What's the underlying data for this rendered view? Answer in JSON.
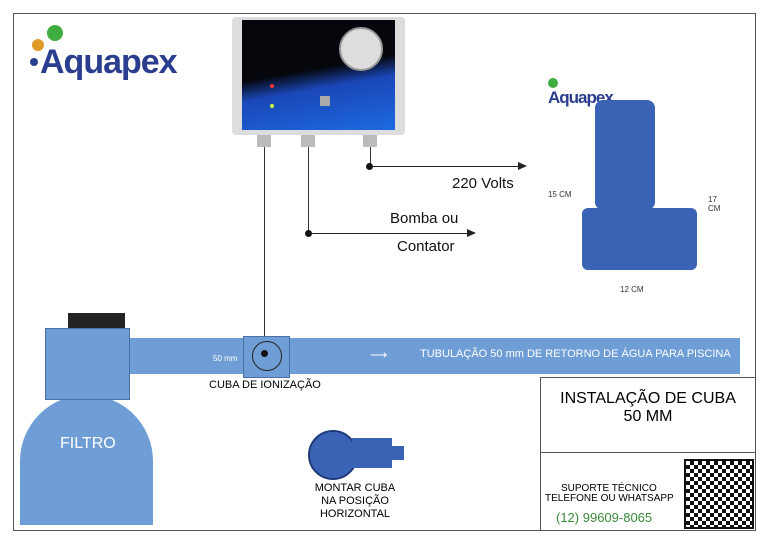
{
  "brand": {
    "logo": "Aquapex",
    "logo_small": "Aquapex"
  },
  "labels": {
    "volts": "220 Volts",
    "pump_line1": "Bomba ou",
    "pump_line2": "Contator",
    "dim_height1": "15 CM",
    "dim_height2": "17 CM",
    "dim_width": "12 CM",
    "pipe_size": "50 mm",
    "pipe_text": "TUBULAÇÃO 50 mm DE RETORNO DE ÁGUA  PARA PISCINA",
    "cell": "CUBA DE IONIZAÇÃO",
    "filter": "FILTRO",
    "mount_line1": "MONTAR CUBA",
    "mount_line2": "NA POSIÇÃO",
    "mount_line3": "HORIZONTAL"
  },
  "title": {
    "line1": "INSTALAÇÃO DE CUBA",
    "line2": "50 MM"
  },
  "support": {
    "line1": "SUPORTE TÉCNICO",
    "line2": "TELEFONE OU WHATSAPP",
    "phone": "(12) 99609-8065"
  },
  "colors": {
    "pipe": "#6f9ed6",
    "brand": "#2a3d8f",
    "phone": "#3a8a3a"
  }
}
